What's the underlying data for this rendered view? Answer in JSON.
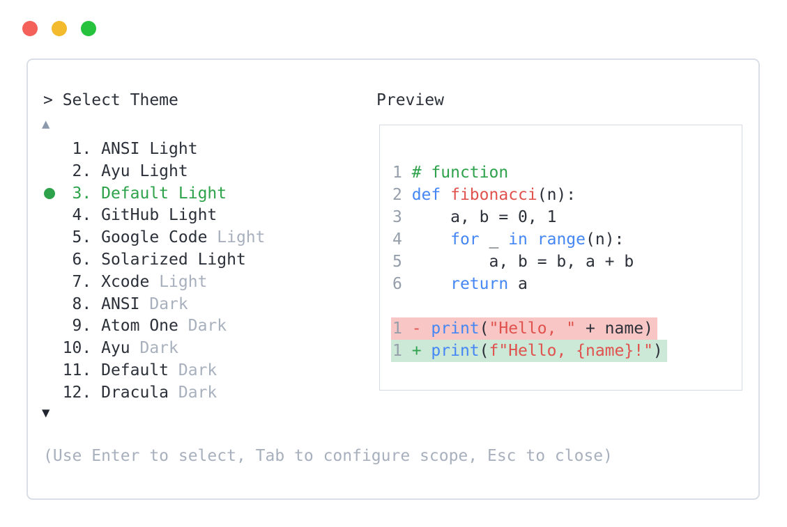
{
  "window": {
    "traffic_lights": [
      {
        "name": "close",
        "color": "#f4605a"
      },
      {
        "name": "minimize",
        "color": "#f3ba2e"
      },
      {
        "name": "zoom",
        "color": "#26c23d"
      }
    ]
  },
  "selector": {
    "prompt": "> Select Theme",
    "scroll_up": "▲",
    "scroll_down": "▼",
    "items": [
      {
        "number": "1",
        "selected": false,
        "segments": [
          {
            "text": "ANSI Light",
            "muted": false
          }
        ]
      },
      {
        "number": "2",
        "selected": false,
        "segments": [
          {
            "text": "Ayu Light",
            "muted": false
          }
        ]
      },
      {
        "number": "3",
        "selected": true,
        "segments": [
          {
            "text": "Default Light",
            "muted": false
          }
        ]
      },
      {
        "number": "4",
        "selected": false,
        "segments": [
          {
            "text": "GitHub Light",
            "muted": false
          }
        ]
      },
      {
        "number": "5",
        "selected": false,
        "segments": [
          {
            "text": "Google Code ",
            "muted": false
          },
          {
            "text": "Light",
            "muted": true
          }
        ]
      },
      {
        "number": "6",
        "selected": false,
        "segments": [
          {
            "text": "Solarized Light",
            "muted": false
          }
        ]
      },
      {
        "number": "7",
        "selected": false,
        "segments": [
          {
            "text": "Xcode ",
            "muted": false
          },
          {
            "text": "Light",
            "muted": true
          }
        ]
      },
      {
        "number": "8",
        "selected": false,
        "segments": [
          {
            "text": "ANSI ",
            "muted": false
          },
          {
            "text": "Dark",
            "muted": true
          }
        ]
      },
      {
        "number": "9",
        "selected": false,
        "segments": [
          {
            "text": "Atom One ",
            "muted": false
          },
          {
            "text": "Dark",
            "muted": true
          }
        ]
      },
      {
        "number": "10",
        "selected": false,
        "segments": [
          {
            "text": "Ayu ",
            "muted": false
          },
          {
            "text": "Dark",
            "muted": true
          }
        ]
      },
      {
        "number": "11",
        "selected": false,
        "segments": [
          {
            "text": "Default ",
            "muted": false
          },
          {
            "text": "Dark",
            "muted": true
          }
        ]
      },
      {
        "number": "12",
        "selected": false,
        "segments": [
          {
            "text": "Dracula ",
            "muted": false
          },
          {
            "text": "Dark",
            "muted": true
          }
        ]
      }
    ],
    "hint": "(Use Enter to select, Tab to configure scope, Esc to close)"
  },
  "preview": {
    "title": "Preview",
    "code_lines": [
      {
        "highlight": null,
        "segments": [
          {
            "text": "1 ",
            "style": "linenum"
          },
          {
            "text": "# function",
            "style": "comment"
          }
        ]
      },
      {
        "highlight": null,
        "segments": [
          {
            "text": "2 ",
            "style": "linenum"
          },
          {
            "text": "def",
            "style": "keyword"
          },
          {
            "text": " ",
            "style": "plain"
          },
          {
            "text": "fibonacci",
            "style": "func"
          },
          {
            "text": "(n):",
            "style": "plain"
          }
        ]
      },
      {
        "highlight": null,
        "segments": [
          {
            "text": "3 ",
            "style": "linenum"
          },
          {
            "text": "    a, b = 0, 1",
            "style": "plain"
          }
        ]
      },
      {
        "highlight": null,
        "segments": [
          {
            "text": "4 ",
            "style": "linenum"
          },
          {
            "text": "    ",
            "style": "plain"
          },
          {
            "text": "for",
            "style": "keyword"
          },
          {
            "text": " _ ",
            "style": "plain"
          },
          {
            "text": "in",
            "style": "keyword"
          },
          {
            "text": " ",
            "style": "plain"
          },
          {
            "text": "range",
            "style": "keyword"
          },
          {
            "text": "(n):",
            "style": "plain"
          }
        ]
      },
      {
        "highlight": null,
        "segments": [
          {
            "text": "5 ",
            "style": "linenum"
          },
          {
            "text": "        a, b = b, a + b",
            "style": "plain"
          }
        ]
      },
      {
        "highlight": null,
        "segments": [
          {
            "text": "6 ",
            "style": "linenum"
          },
          {
            "text": "    ",
            "style": "plain"
          },
          {
            "text": "return",
            "style": "keyword"
          },
          {
            "text": " a",
            "style": "plain"
          }
        ]
      },
      {
        "highlight": null,
        "segments": []
      },
      {
        "highlight": "removed",
        "segments": [
          {
            "text": "1 ",
            "style": "linenum"
          },
          {
            "text": "- ",
            "style": "minus"
          },
          {
            "text": "print",
            "style": "keyword"
          },
          {
            "text": "(",
            "style": "plain"
          },
          {
            "text": "\"Hello, \"",
            "style": "string"
          },
          {
            "text": " + name)",
            "style": "plain"
          }
        ]
      },
      {
        "highlight": "added",
        "segments": [
          {
            "text": "1 ",
            "style": "linenum"
          },
          {
            "text": "+ ",
            "style": "plus"
          },
          {
            "text": "print",
            "style": "keyword"
          },
          {
            "text": "(",
            "style": "plain"
          },
          {
            "text": "f\"Hello, {name}!\"",
            "style": "string"
          },
          {
            "text": ")",
            "style": "plain"
          }
        ]
      }
    ]
  },
  "colors": {
    "selected_green": "#2ea24b",
    "keyword_blue": "#4486f4",
    "string_red": "#e0524e",
    "comment_green": "#2ea24b",
    "removed_bg": "#f8c6c4",
    "added_bg": "#cce8d7",
    "muted_gray": "#a8b0bd",
    "line_number_gray": "#959eab",
    "window_border": "#d9dee7"
  }
}
